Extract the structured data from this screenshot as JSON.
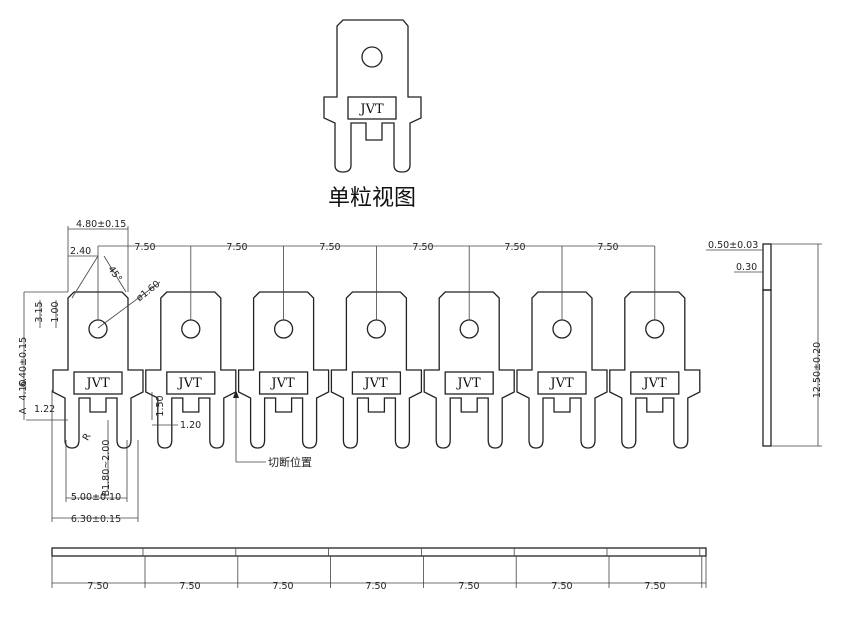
{
  "single_view": {
    "title": "单粒视图",
    "brand_label": "JVT"
  },
  "strip": {
    "brand_label": "JVT",
    "pitch_labels": [
      "7.50",
      "7.50",
      "7.50",
      "7.50",
      "7.50",
      "7.50"
    ]
  },
  "bottom_view": {
    "pitch_labels": [
      "7.50",
      "7.50",
      "7.50",
      "7.50",
      "7.50",
      "7.50",
      "7.50"
    ]
  },
  "dimensions": {
    "width_top": "4.80±0.15",
    "offset_240": "2.40",
    "angle_45": "45°",
    "hole_dia": "ø1.60",
    "d_315": "3.15",
    "d_100": "1.00",
    "d_640": "6.40±0.15",
    "d_410": "4.10",
    "label_a": "A",
    "d_122": "1.22",
    "d_150": "1.50",
    "d_120": "1.20",
    "tip_radius": "R",
    "d_b": "B1.80~2.00",
    "d_500": "5.00±0.10",
    "d_630": "6.30±0.15",
    "thickness": "0.50±0.03",
    "d_030": "0.30",
    "height_1250": "12.50±0.20"
  },
  "notes": {
    "cut_position": "切断位置"
  }
}
